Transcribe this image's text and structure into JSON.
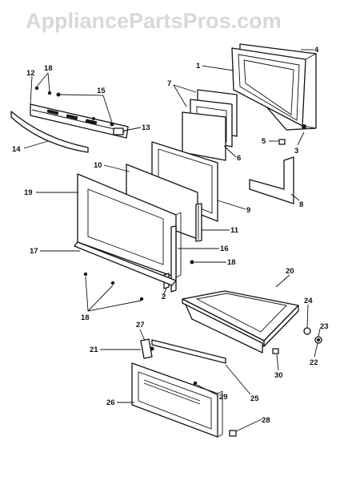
{
  "watermark": "AppliancePartsPros.com",
  "callouts": {
    "c1": "1",
    "c2": "2",
    "c3": "3",
    "c4": "4",
    "c5": "5",
    "c6": "6",
    "c7": "7",
    "c8": "8",
    "c9": "9",
    "c10": "10",
    "c11": "11",
    "c12": "12",
    "c13": "13",
    "c14": "14",
    "c15": "15",
    "c16": "16",
    "c17": "17",
    "c18a": "18",
    "c18b": "18",
    "c18c": "18",
    "c19": "19",
    "c20": "20",
    "c21": "21",
    "c22": "22",
    "c23": "23",
    "c24": "24",
    "c25": "25",
    "c26": "26",
    "c27": "27",
    "c28": "28",
    "c29": "29",
    "c30": "30"
  }
}
